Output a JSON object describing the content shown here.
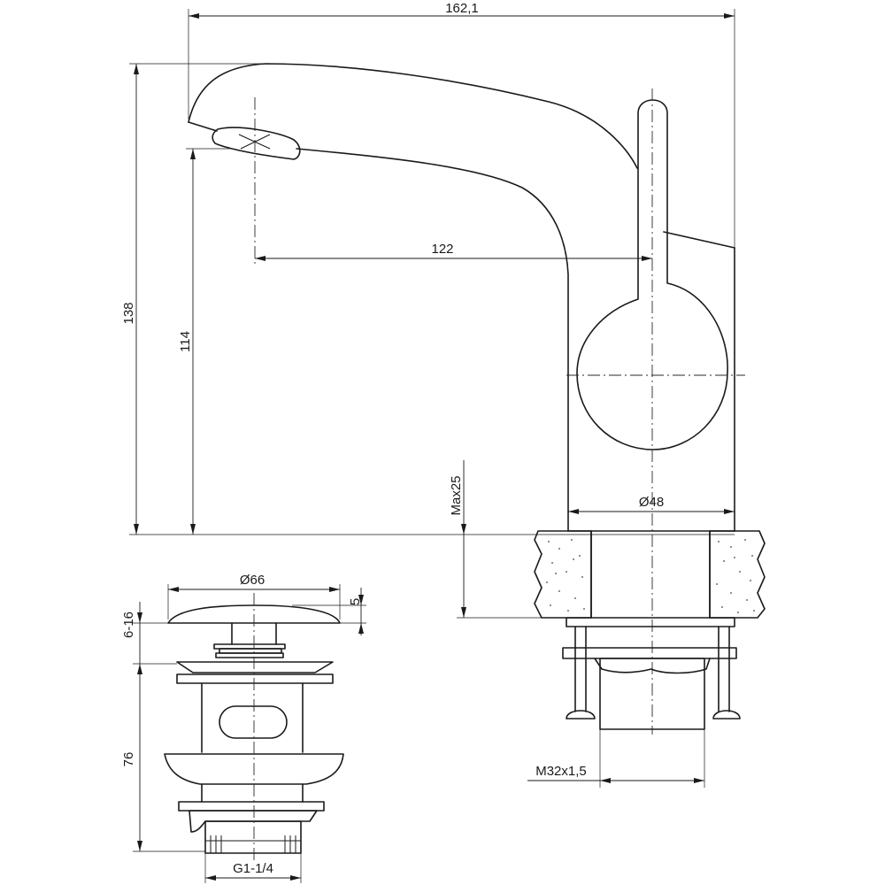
{
  "dimensions": {
    "overall_width": "162,1",
    "spout_reach": "122",
    "overall_height": "138",
    "spout_height": "114",
    "max_counter_thickness": "Max25",
    "body_diameter": "Ø48",
    "thread": "M32x1,5",
    "drain_cap_diameter": "Ø66",
    "drain_cap_lift": "5",
    "drain_cap_range": "6-16",
    "drain_length": "76",
    "drain_thread": "G1-1/4"
  }
}
